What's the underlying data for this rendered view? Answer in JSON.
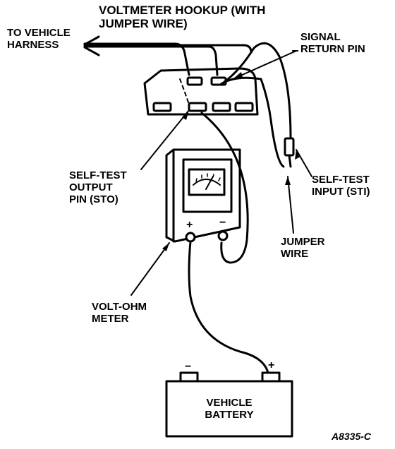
{
  "title": [
    "VOLTMETER HOOKUP (WITH",
    "JUMPER WIRE)"
  ],
  "labels": {
    "to_vehicle_harness": [
      "TO VEHICLE",
      "HARNESS"
    ],
    "signal_return_pin": [
      "SIGNAL",
      "RETURN PIN"
    ],
    "self_test_output_pin": [
      "SELF-TEST",
      "OUTPUT",
      "PIN (STO)"
    ],
    "self_test_input": [
      "SELF-TEST",
      "INPUT (STI)"
    ],
    "jumper_wire": [
      "JUMPER",
      "WIRE"
    ],
    "volt_ohm_meter": [
      "VOLT-OHM",
      "METER"
    ],
    "vehicle_battery": [
      "VEHICLE",
      "BATTERY"
    ]
  },
  "meter_terminals": {
    "positive": "+",
    "negative": "−"
  },
  "battery_terminals": {
    "negative": "−",
    "positive": "+"
  },
  "figure_id": "A8335-C"
}
